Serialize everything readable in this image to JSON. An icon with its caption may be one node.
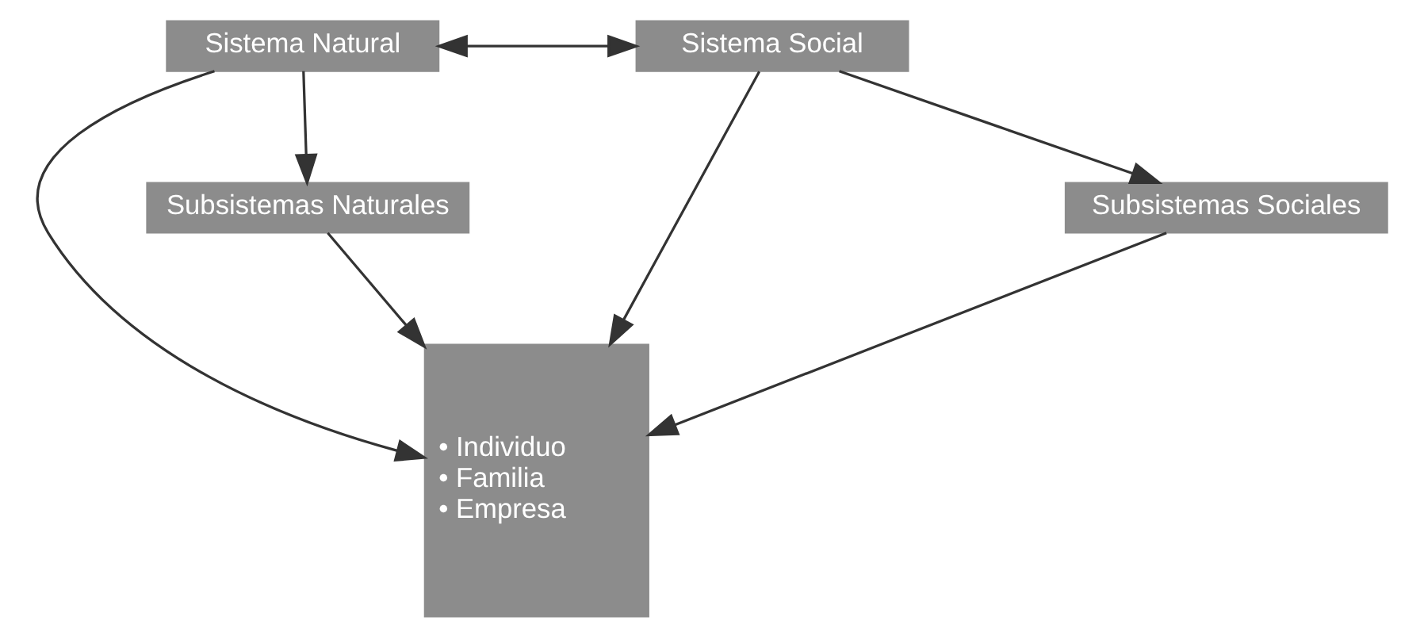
{
  "diagram": {
    "nodes": [
      {
        "text": [
          "Sistema Natural"
        ]
      },
      {
        "text": [
          "Sistema Social"
        ]
      },
      {
        "text": [
          "• Individuo",
          "• Familia",
          "• Empresa"
        ]
      },
      {
        "text": [
          "Subsistemas Naturales"
        ]
      },
      {
        "text": [
          "Subsistemas Sociales"
        ]
      }
    ],
    "edges": [
      {
        "from": 0,
        "to": 1,
        "arrow": "both"
      },
      {
        "from": 0,
        "to": 2,
        "arrow": "to"
      },
      {
        "from": 1,
        "to": 2,
        "arrow": "to"
      },
      {
        "from": 0,
        "to": 3,
        "arrow": "to"
      },
      {
        "from": 1,
        "to": 4,
        "arrow": "to"
      },
      {
        "from": 3,
        "to": 2,
        "arrow": "to"
      },
      {
        "from": 4,
        "to": 2,
        "arrow": "to"
      }
    ]
  }
}
